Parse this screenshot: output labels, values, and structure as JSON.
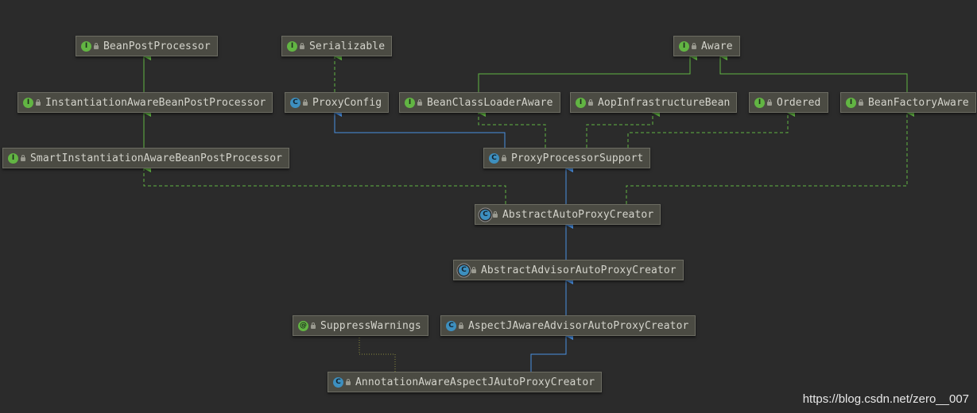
{
  "nodes": [
    {
      "id": "bpp",
      "label": "BeanPostProcessor",
      "kind": "interface"
    },
    {
      "id": "ser",
      "label": "Serializable",
      "kind": "interface"
    },
    {
      "id": "aware",
      "label": "Aware",
      "kind": "interface"
    },
    {
      "id": "iabpp",
      "label": "InstantiationAwareBeanPostProcessor",
      "kind": "interface"
    },
    {
      "id": "pc",
      "label": "ProxyConfig",
      "kind": "class"
    },
    {
      "id": "bcla",
      "label": "BeanClassLoaderAware",
      "kind": "interface"
    },
    {
      "id": "aib",
      "label": "AopInfrastructureBean",
      "kind": "interface"
    },
    {
      "id": "ord",
      "label": "Ordered",
      "kind": "interface"
    },
    {
      "id": "bfa",
      "label": "BeanFactoryAware",
      "kind": "interface"
    },
    {
      "id": "siabpp",
      "label": "SmartInstantiationAwareBeanPostProcessor",
      "kind": "interface"
    },
    {
      "id": "pps",
      "label": "ProxyProcessorSupport",
      "kind": "class"
    },
    {
      "id": "aapc",
      "label": "AbstractAutoProxyCreator",
      "kind": "abstract"
    },
    {
      "id": "aaapc",
      "label": "AbstractAdvisorAutoProxyCreator",
      "kind": "abstract"
    },
    {
      "id": "sw",
      "label": "SuppressWarnings",
      "kind": "annotation"
    },
    {
      "id": "ajaapc",
      "label": "AspectJAwareAdvisorAutoProxyCreator",
      "kind": "class"
    },
    {
      "id": "aaajapc",
      "label": "AnnotationAwareAspectJAutoProxyCreator",
      "kind": "class"
    }
  ],
  "edges": [
    {
      "from": "iabpp",
      "to": "bpp",
      "type": "extends-interface"
    },
    {
      "from": "siabpp",
      "to": "iabpp",
      "type": "extends-interface"
    },
    {
      "from": "pc",
      "to": "ser",
      "type": "implements"
    },
    {
      "from": "bcla",
      "to": "aware",
      "type": "extends-interface"
    },
    {
      "from": "bfa",
      "to": "aware",
      "type": "extends-interface"
    },
    {
      "from": "pps",
      "to": "pc",
      "type": "extends-class"
    },
    {
      "from": "pps",
      "to": "bcla",
      "type": "implements"
    },
    {
      "from": "pps",
      "to": "aib",
      "type": "implements"
    },
    {
      "from": "pps",
      "to": "ord",
      "type": "implements"
    },
    {
      "from": "aapc",
      "to": "pps",
      "type": "extends-class"
    },
    {
      "from": "aapc",
      "to": "siabpp",
      "type": "implements"
    },
    {
      "from": "aapc",
      "to": "bfa",
      "type": "implements"
    },
    {
      "from": "aaapc",
      "to": "aapc",
      "type": "extends-class"
    },
    {
      "from": "ajaapc",
      "to": "aaapc",
      "type": "extends-class"
    },
    {
      "from": "aaajapc",
      "to": "ajaapc",
      "type": "extends-class"
    },
    {
      "from": "aaajapc",
      "to": "sw",
      "type": "annotated"
    }
  ],
  "colors": {
    "background": "#2b2b2b",
    "interface_edge": "#62b543",
    "class_edge": "#4a90e2",
    "annotation_edge": "#8a8a3c"
  },
  "watermark": "https://blog.csdn.net/zero__007"
}
